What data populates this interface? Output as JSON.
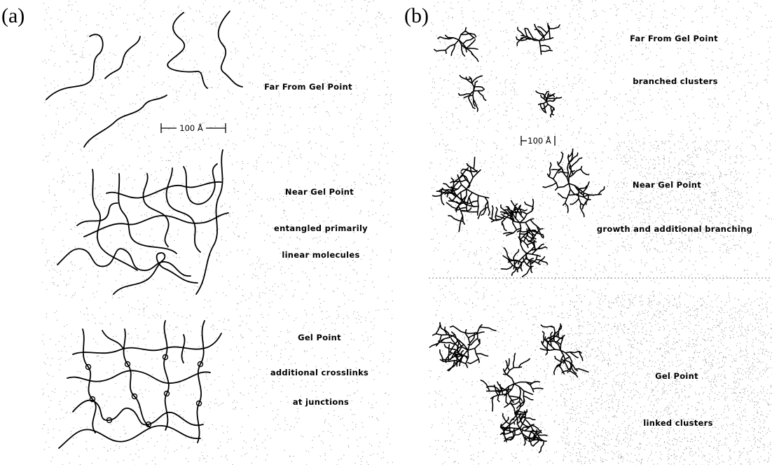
{
  "panels": [
    {
      "label": "(a)",
      "scale_bar": "100 Å",
      "stages": [
        {
          "title": "Far From Gel Point",
          "lines": []
        },
        {
          "title": "Near Gel Point",
          "lines": [
            "entangled primarily",
            "linear molecules"
          ]
        },
        {
          "title": "Gel Point",
          "lines": [
            "additional crosslinks",
            "at junctions"
          ]
        }
      ]
    },
    {
      "label": "(b)",
      "scale_bar": "100 Å",
      "stages": [
        {
          "title": "Far From Gel Point",
          "lines": [
            "branched clusters"
          ]
        },
        {
          "title": "Near Gel Point",
          "lines": [
            "growth and additional branching"
          ]
        },
        {
          "title": "Gel Point",
          "lines": [
            "linked clusters"
          ]
        }
      ]
    }
  ],
  "colors": {
    "ink": "#000000",
    "paper": "#ffffff"
  }
}
